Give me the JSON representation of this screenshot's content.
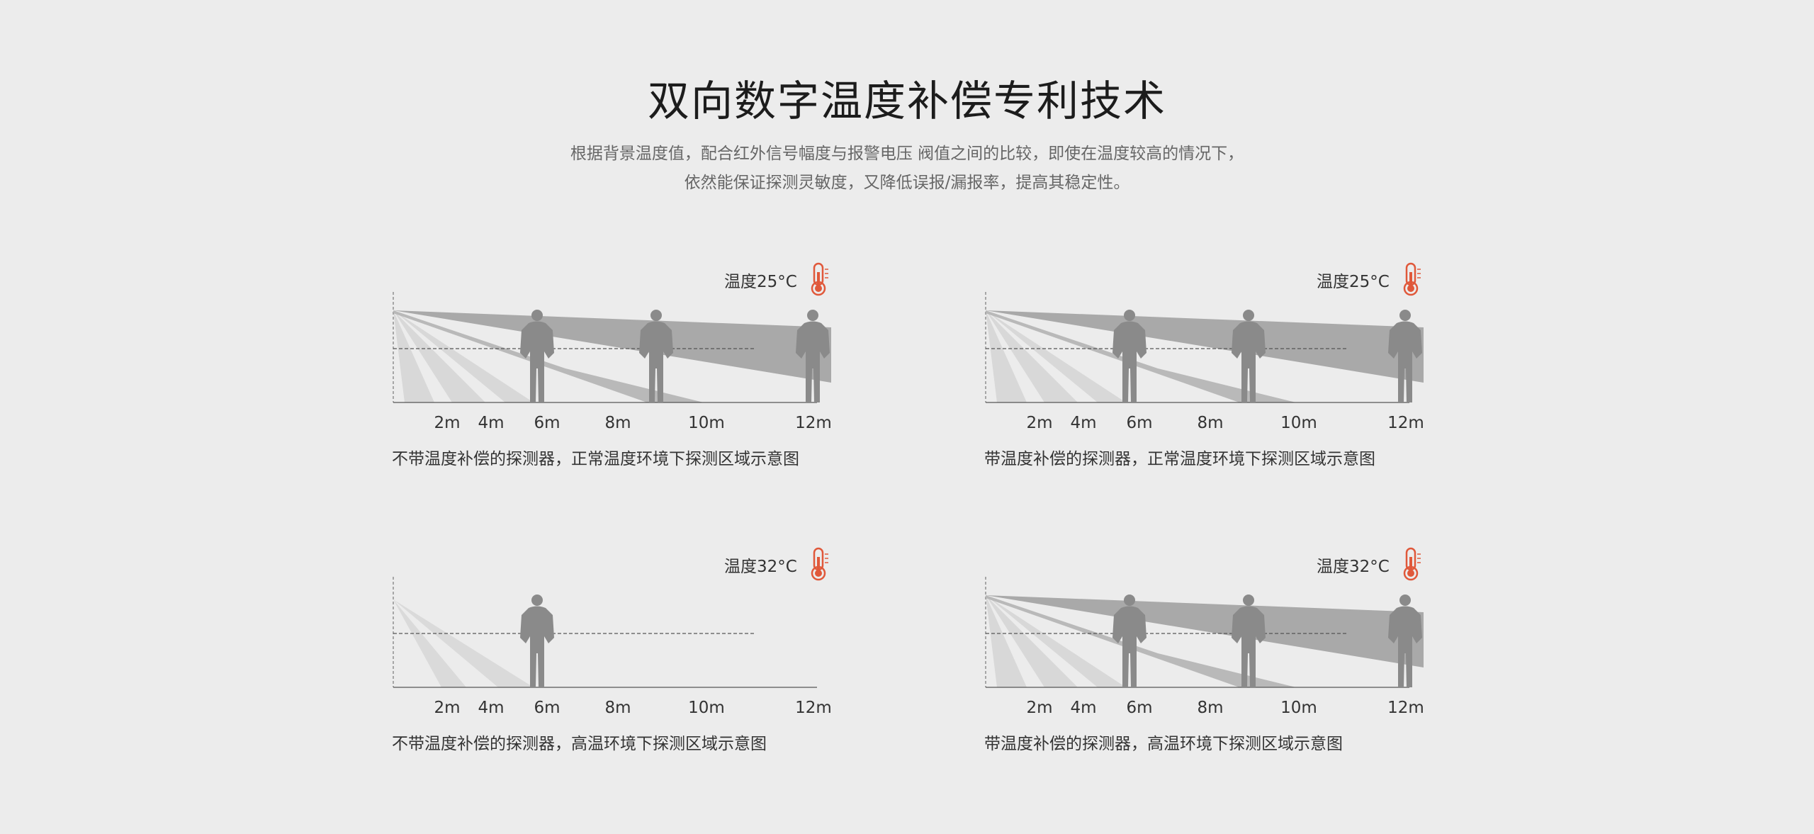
{
  "header": {
    "title": "双向数字温度补偿专利技术",
    "subtitle_line1": "根据背景温度值，配合红外信号幅度与报警电压 阀值之间的比较，即使在温度较高的情况下，",
    "subtitle_line2": "依然能保证探测灵敏度，又降低误报/漏报率，提高其稳定性。"
  },
  "colors": {
    "background": "#ececec",
    "beam_dark": "#a9a9a9",
    "beam_light": "#d6d6d6",
    "person": "#8a8a8a",
    "thermometer": "#e0583a"
  },
  "icons": {
    "thermometer": "thermometer-icon",
    "person": "person-silhouette"
  },
  "distance_ticks": [
    "2m",
    "4m",
    "6m",
    "8m",
    "10m",
    "12m"
  ],
  "panels": [
    {
      "temperature": "温度25°C",
      "caption": "不带温度补偿的探测器，正常温度环境下探测区域示意图",
      "persons_at_m": [
        6,
        9.2,
        12.2
      ]
    },
    {
      "temperature": "温度25°C",
      "caption": "带温度补偿的探测器，正常温度环境下探测区域示意图",
      "persons_at_m": [
        6,
        9.2,
        12.2
      ]
    },
    {
      "temperature": "温度32°C",
      "caption": "不带温度补偿的探测器，高温环境下探测区域示意图",
      "persons_at_m": [
        6
      ]
    },
    {
      "temperature": "温度32°C",
      "caption": "带温度补偿的探测器，高温环境下探测区域示意图",
      "persons_at_m": [
        6,
        9.2,
        12.2
      ]
    }
  ]
}
